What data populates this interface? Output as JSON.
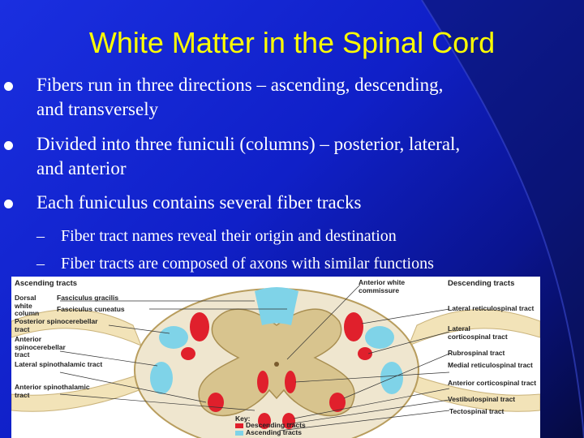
{
  "slide": {
    "title": "White Matter in the Spinal Cord",
    "bullets": [
      {
        "text": "Fibers run in three directions – ascending, descending,",
        "cont": "and transversely"
      },
      {
        "text": "Divided into three funiculi (columns) – posterior, lateral,",
        "cont": "and anterior"
      },
      {
        "text": "Each funiculus contains several fiber tracks"
      }
    ],
    "sub_bullets": [
      "Fiber tract names reveal their origin and destination",
      "Fiber tracts are composed of axons with similar functions"
    ]
  },
  "figure": {
    "left_header": "Ascending tracts",
    "right_header": "Descending tracts",
    "top_label": "Anterior white commissure",
    "left_labels": [
      "Dorsal white column",
      "Fasciculus gracilis",
      "Fasciculus cuneatus",
      "Posterior spinocerebellar tract",
      "Anterior spinocerebellar tract",
      "Lateral spinothalamic tract",
      "Anterior spinothalamic tract"
    ],
    "right_labels": [
      "Lateral reticulospinal tract",
      "Lateral corticospinal tract",
      "Rubrospinal tract",
      "Medial reticulospinal tract",
      "Anterior corticospinal tract",
      "Vestibulospinal tract",
      "Tectospinal tract"
    ],
    "key_title": "Key:",
    "key_items": [
      "Descending tracts",
      "Ascending tracts"
    ],
    "colors": {
      "descending": "#e0202c",
      "ascending": "#7fd3e8",
      "gray_matter": "#d8c48e",
      "white_matter": "#efe6cf"
    }
  }
}
